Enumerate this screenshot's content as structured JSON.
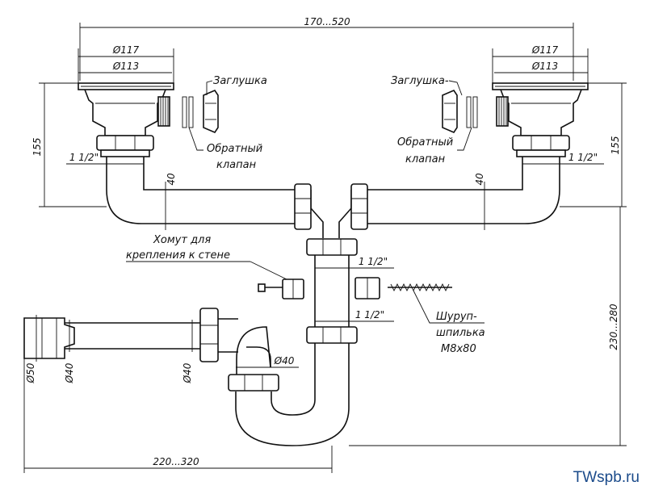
{
  "labels": {
    "plug_left": "Заглушка",
    "plug_right": "Заглушка-",
    "check_valve_left": [
      "Обратный",
      "клапан"
    ],
    "check_valve_right": [
      "Обратный",
      "клапан"
    ],
    "clamp": [
      "Хомут для",
      "крепления к стене"
    ],
    "screw": [
      "Шуруп-",
      "шпилька",
      "М8х80"
    ]
  },
  "dimensions": {
    "total_width": "170...520",
    "d117_left": "Ø117",
    "d113_left": "Ø113",
    "d117_right": "Ø117",
    "d113_right": "Ø113",
    "h155_left": "155",
    "h155_right": "155",
    "thread_left": "1 1/2\"",
    "thread_right": "1 1/2\"",
    "d40_left": "40",
    "d40_right": "40",
    "thread_center_top": "1 1/2\"",
    "thread_center_mid": "1 1/2\"",
    "d50": "Ø50",
    "d40_outlet": "Ø40",
    "d40_outlet2": "Ø40",
    "d40_siphon": "Ø40",
    "height_range": "230...280",
    "outlet_length": "220...320"
  },
  "brand": "TWspb.ru"
}
